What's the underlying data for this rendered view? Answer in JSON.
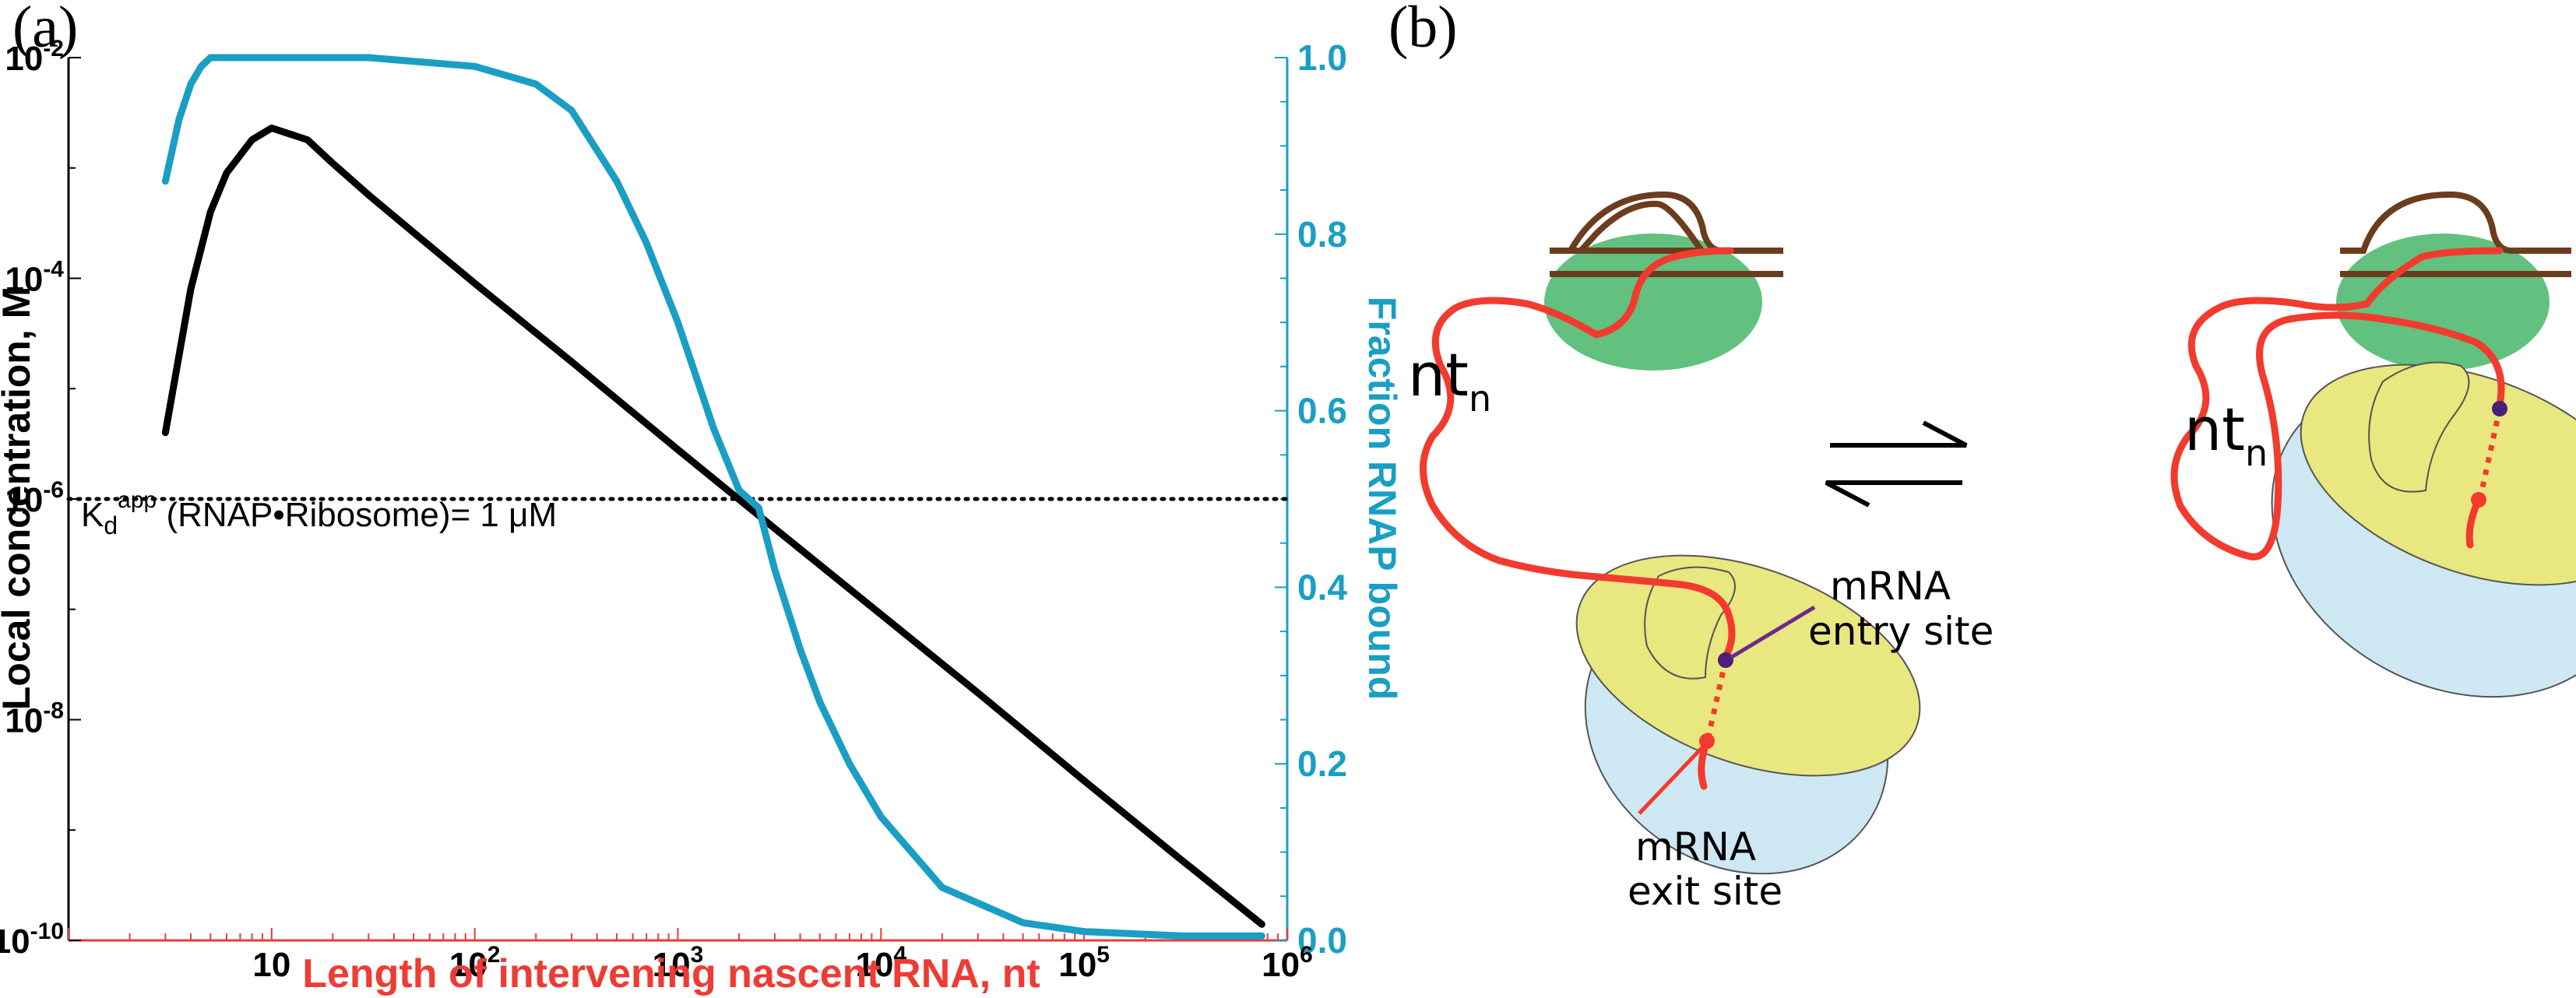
{
  "panel_a": {
    "label": "(a)",
    "chart_data": {
      "type": "line",
      "xlabel": "Length of intervening nascent RNA, nt",
      "ylabel_left": "Local concentration, M",
      "ylabel_right": "Fraction RNAP bound",
      "x_scale": "log",
      "y_left_scale": "log",
      "y_right_scale": "linear",
      "xlim": [
        1,
        1000000
      ],
      "ylim_left": [
        1e-10,
        0.01
      ],
      "ylim_right": [
        0,
        1
      ],
      "x_ticks": [
        {
          "value": 10,
          "base": "10",
          "exp": ""
        },
        {
          "value": 100,
          "base": "10",
          "exp": "2"
        },
        {
          "value": 1000,
          "base": "10",
          "exp": "3"
        },
        {
          "value": 10000,
          "base": "10",
          "exp": "4"
        },
        {
          "value": 100000,
          "base": "10",
          "exp": "5"
        },
        {
          "value": 1000000,
          "base": "10",
          "exp": "6"
        }
      ],
      "y_left_ticks": [
        {
          "value": 0.01,
          "base": "10",
          "exp": "-2"
        },
        {
          "value": 0.0001,
          "base": "10",
          "exp": "-4"
        },
        {
          "value": 1e-06,
          "base": "10",
          "exp": "-6"
        },
        {
          "value": 1e-08,
          "base": "10",
          "exp": "-8"
        },
        {
          "value": 1e-10,
          "base": "10",
          "exp": "-10"
        }
      ],
      "y_right_ticks": [
        "0.0",
        "0.2",
        "0.4",
        "0.6",
        "0.8",
        "1.0"
      ],
      "series": [
        {
          "name": "",
          "axis": "left",
          "color": "#000000",
          "x": [
            3,
            4,
            5,
            6,
            8,
            10,
            15,
            20,
            30,
            50,
            100,
            300,
            1000,
            3000,
            10000,
            30000,
            100000,
            300000,
            750000
          ],
          "y": [
            4e-06,
            8e-05,
            0.0004,
            0.0009,
            0.0018,
            0.0023,
            0.0018,
            0.0011,
            0.00057,
            0.00026,
            9e-05,
            1.75e-05,
            2.8e-06,
            5.4e-07,
            9e-08,
            1.75e-08,
            2.8e-09,
            5.4e-10,
            1.4e-10
          ]
        },
        {
          "name": "",
          "axis": "right",
          "color": "#1b9ec4",
          "x": [
            3,
            3.5,
            4,
            4.5,
            5,
            7,
            10,
            30,
            100,
            200,
            300,
            500,
            700,
            1000,
            1500,
            2000,
            2500,
            3000,
            4000,
            5000,
            7000,
            10000,
            20000,
            50000,
            100000,
            300000,
            750000
          ],
          "y": [
            0.86,
            0.93,
            0.97,
            0.99,
            1.0,
            1.0,
            1.0,
            1.0,
            0.99,
            0.97,
            0.94,
            0.86,
            0.79,
            0.7,
            0.58,
            0.51,
            0.49,
            0.42,
            0.33,
            0.27,
            0.2,
            0.14,
            0.06,
            0.02,
            0.01,
            0.005,
            0.005
          ]
        }
      ],
      "reference_line": {
        "y": 1e-06,
        "style": "dotted",
        "label_main": "K",
        "label_sub": "d",
        "label_sup": "app",
        "label_rest": " (RNAP•Ribosome)= 1 μM"
      }
    }
  },
  "panel_b": {
    "label": "(b)",
    "left_nt_label": "nt",
    "left_nt_sub": "n",
    "right_nt_label": "nt",
    "right_nt_sub": "n",
    "entry_site_line1": "mRNA",
    "entry_site_line2": "entry site",
    "exit_site_line1": "mRNA",
    "exit_site_line2": "exit site",
    "colors": {
      "rnap": "#62c17f",
      "dna": "#6b3d1e",
      "rna": "#f23b2e",
      "ribosome_large": "#e9e77f",
      "ribosome_small": "#cde8f3",
      "entry_marker": "#4b1f7a",
      "entry_line": "#6a2a8c"
    }
  }
}
